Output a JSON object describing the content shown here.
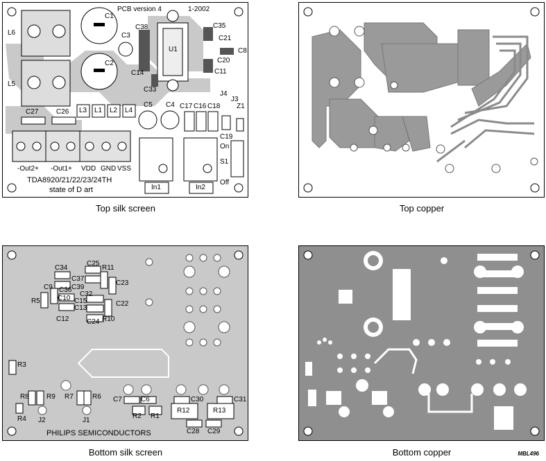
{
  "panels": {
    "top_silk": {
      "caption": "Top silk screen",
      "header": "PCB version 4",
      "date": "1-2002",
      "chip_name": "TDA8920/21/22/23/24TH",
      "state": "state of D art",
      "connector_labels": [
        "-Out2+",
        "-Out1+",
        "VDD",
        "GND",
        "VSS"
      ],
      "components": [
        "L6",
        "L5",
        "C1",
        "C2",
        "C3",
        "C38",
        "U1",
        "C35",
        "C21",
        "C8",
        "C20",
        "C11",
        "C14",
        "C33",
        "J4",
        "J3",
        "Z1",
        "C27",
        "C26",
        "L3",
        "L1",
        "L2",
        "L4",
        "C5",
        "C4",
        "C17",
        "C16",
        "C18",
        "C19",
        "On",
        "S1",
        "Off",
        "In1",
        "In2"
      ]
    },
    "top_copper": {
      "caption": "Top copper"
    },
    "bottom_silk": {
      "caption": "Bottom silk screen",
      "company": "PHILIPS SEMICONDUCTORS",
      "components": [
        "C34",
        "C25",
        "R11",
        "C37",
        "C23",
        "C39",
        "C9",
        "C36",
        "C32",
        "R5",
        "C10",
        "C15",
        "C22",
        "C13",
        "C12",
        "C24",
        "R10",
        "R3",
        "R8",
        "R9",
        "R7",
        "R6",
        "R4",
        "J2",
        "J1",
        "C7",
        "C6",
        "C30",
        "C31",
        "R2",
        "R1",
        "R12",
        "R13",
        "C28",
        "C29"
      ]
    },
    "bottom_copper": {
      "caption": "Bottom copper"
    }
  },
  "figure_code": "MBL496"
}
